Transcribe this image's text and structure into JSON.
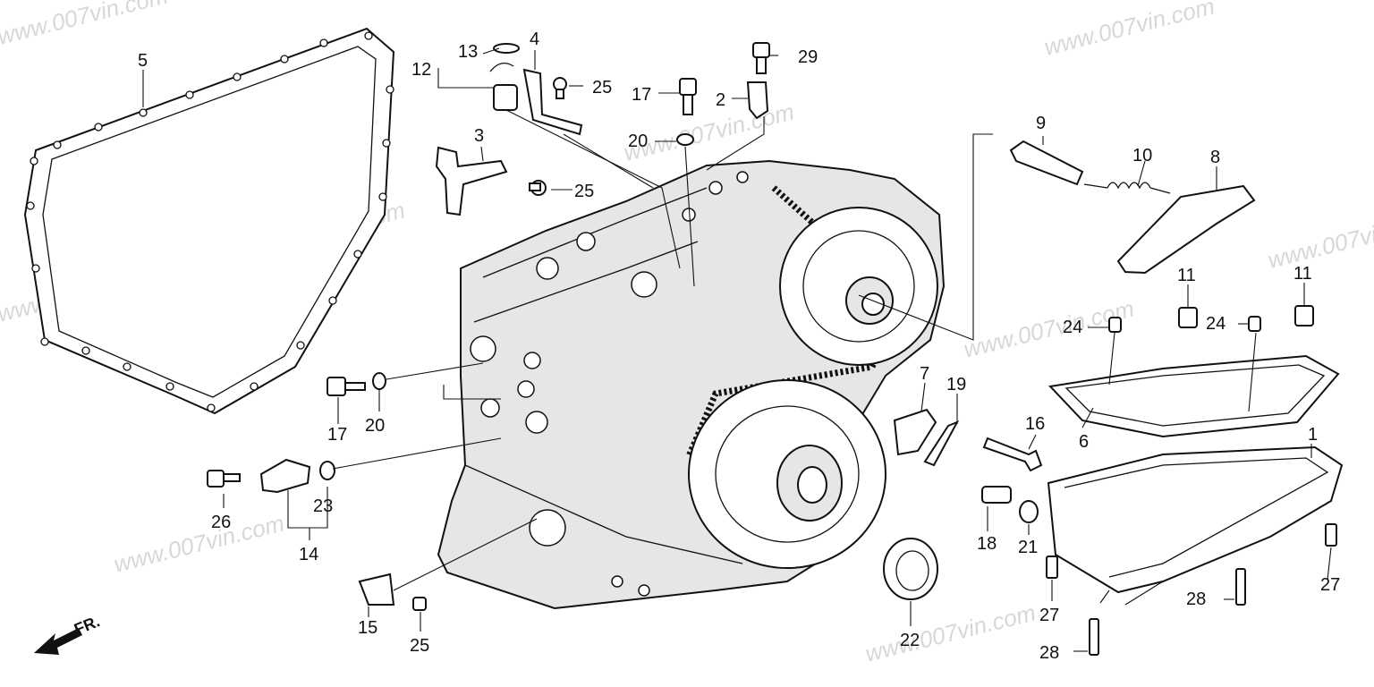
{
  "callouts": [
    {
      "id": "c1",
      "text": "1"
    },
    {
      "id": "c2",
      "text": "2"
    },
    {
      "id": "c3",
      "text": "3"
    },
    {
      "id": "c4",
      "text": "4"
    },
    {
      "id": "c5",
      "text": "5"
    },
    {
      "id": "c6",
      "text": "6"
    },
    {
      "id": "c7",
      "text": "7"
    },
    {
      "id": "c8",
      "text": "8"
    },
    {
      "id": "c9",
      "text": "9"
    },
    {
      "id": "c10",
      "text": "10"
    },
    {
      "id": "c11a",
      "text": "11"
    },
    {
      "id": "c11b",
      "text": "11"
    },
    {
      "id": "c12",
      "text": "12"
    },
    {
      "id": "c13",
      "text": "13"
    },
    {
      "id": "c14",
      "text": "14"
    },
    {
      "id": "c15",
      "text": "15"
    },
    {
      "id": "c16",
      "text": "16"
    },
    {
      "id": "c17a",
      "text": "17"
    },
    {
      "id": "c17b",
      "text": "17"
    },
    {
      "id": "c18",
      "text": "18"
    },
    {
      "id": "c19",
      "text": "19"
    },
    {
      "id": "c20a",
      "text": "20"
    },
    {
      "id": "c20b",
      "text": "20"
    },
    {
      "id": "c21",
      "text": "21"
    },
    {
      "id": "c22",
      "text": "22"
    },
    {
      "id": "c23",
      "text": "23"
    },
    {
      "id": "c24a",
      "text": "24"
    },
    {
      "id": "c24b",
      "text": "24"
    },
    {
      "id": "c25a",
      "text": "25"
    },
    {
      "id": "c25b",
      "text": "25"
    },
    {
      "id": "c25c",
      "text": "25"
    },
    {
      "id": "c26",
      "text": "26"
    },
    {
      "id": "c27a",
      "text": "27"
    },
    {
      "id": "c27b",
      "text": "27"
    },
    {
      "id": "c28a",
      "text": "28"
    },
    {
      "id": "c28b",
      "text": "28"
    },
    {
      "id": "c29",
      "text": "29"
    }
  ],
  "front_indicator": "FR.",
  "watermark": "www.007vin.com"
}
